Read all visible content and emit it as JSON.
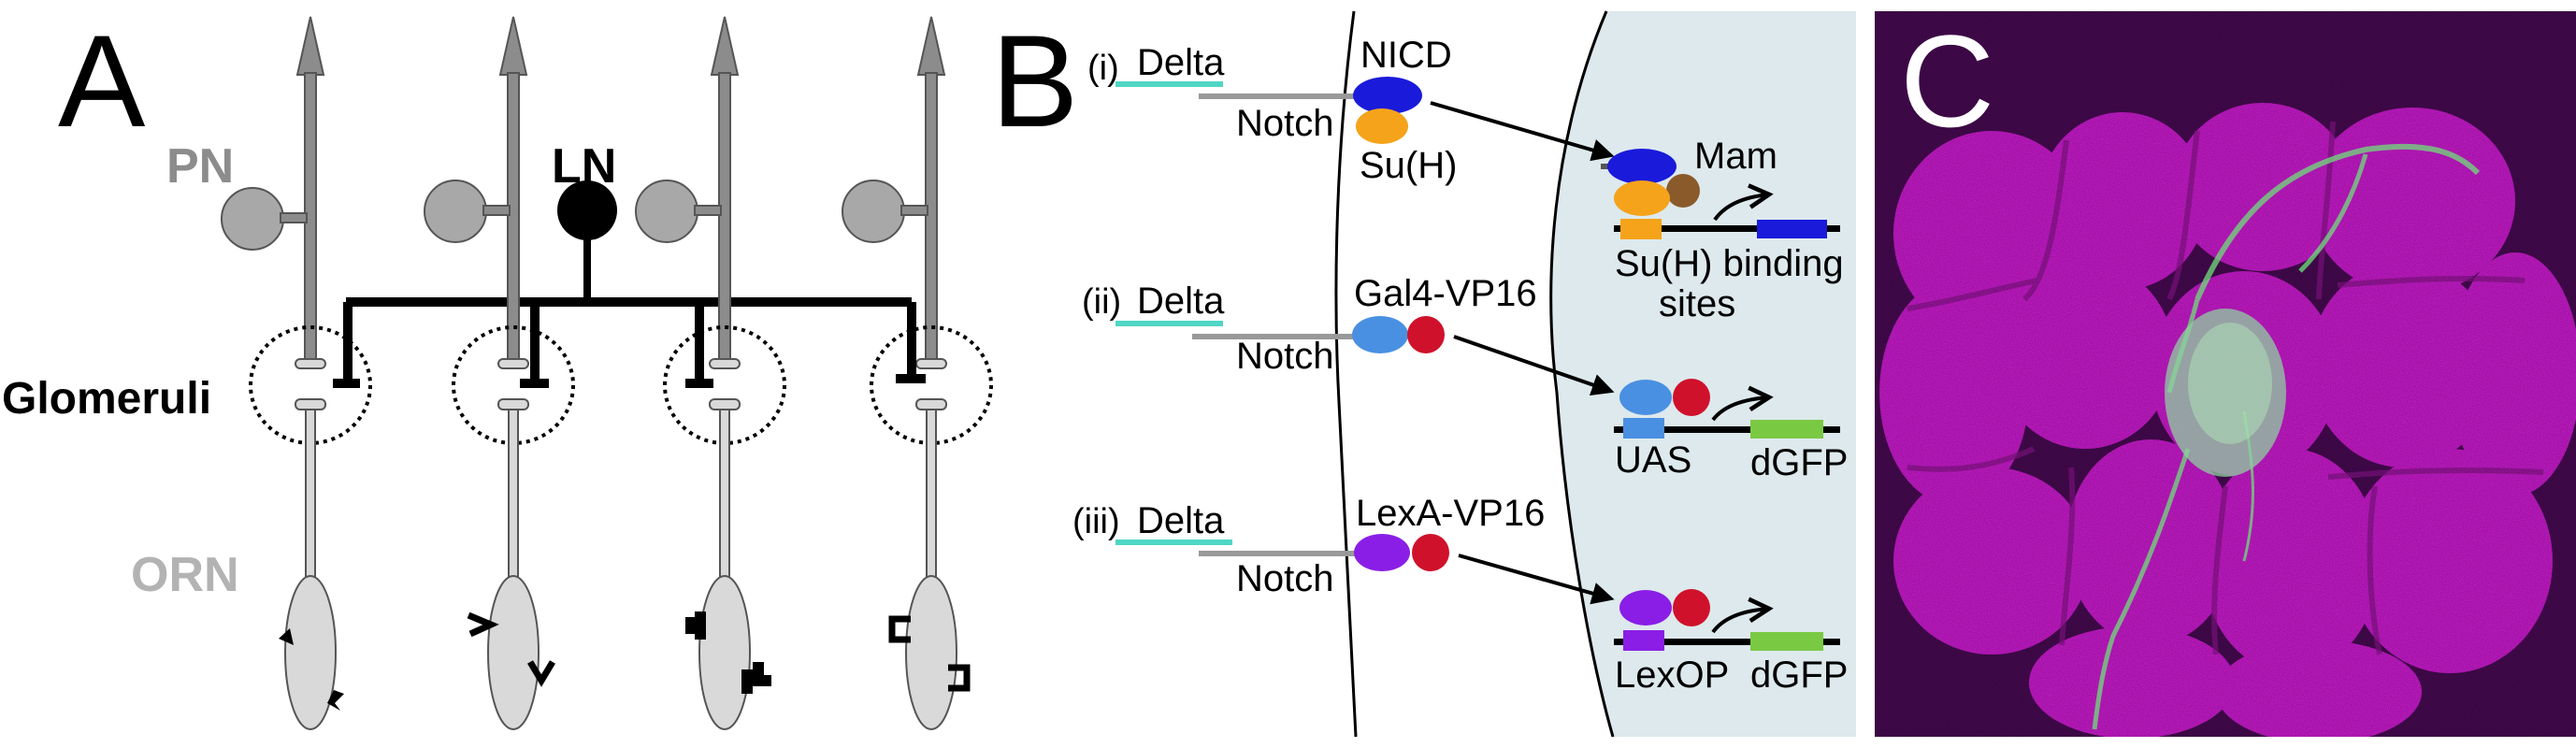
{
  "panel_a": {
    "letter": "A",
    "labels": {
      "pn": "PN",
      "ln": "LN",
      "glomeruli": "Glomeruli",
      "orn": "ORN"
    },
    "colors": {
      "pn": "#8c8c8c",
      "pn_soma": "#a8a8a8",
      "orn": "#d9d9d9",
      "ln": "#000000"
    }
  },
  "panel_b": {
    "letter": "B",
    "rows": [
      {
        "numeral": "(i)",
        "ligand": "Delta",
        "receptor": "Notch",
        "domain": "NICD",
        "cofactor": "Su(H)",
        "extra_factor": "Mam",
        "site_label_lines": [
          "Su(H) binding",
          "sites"
        ],
        "reporter_label": ""
      },
      {
        "numeral": "(ii)",
        "ligand": "Delta",
        "receptor": "Notch",
        "domain": "Gal4-VP16",
        "cofactor": "",
        "extra_factor": "",
        "site_label_lines": [
          "UAS"
        ],
        "reporter_label": "dGFP"
      },
      {
        "numeral": "(iii)",
        "ligand": "Delta",
        "receptor": "Notch",
        "domain": "LexA-VP16",
        "cofactor": "",
        "extra_factor": "",
        "site_label_lines": [
          "LexOP"
        ],
        "reporter_label": "dGFP"
      }
    ],
    "colors": {
      "delta": "#4fd6c4",
      "notch": "#999999",
      "nicd": "#1a1adb",
      "suh": "#f5a31a",
      "mam": "#8b5a2b",
      "gal4": "#4a90e2",
      "vp16": "#d0112b",
      "lexa": "#8a1ee6",
      "reporter_blue": "#1a1adb",
      "dgfp": "#7ac943",
      "nucleus": "#dde9ec"
    }
  },
  "panel_c": {
    "letter": "C",
    "colors": {
      "background": "#4a0a55",
      "tissue": "#d21cd6",
      "signal": "#6fe07a"
    }
  }
}
